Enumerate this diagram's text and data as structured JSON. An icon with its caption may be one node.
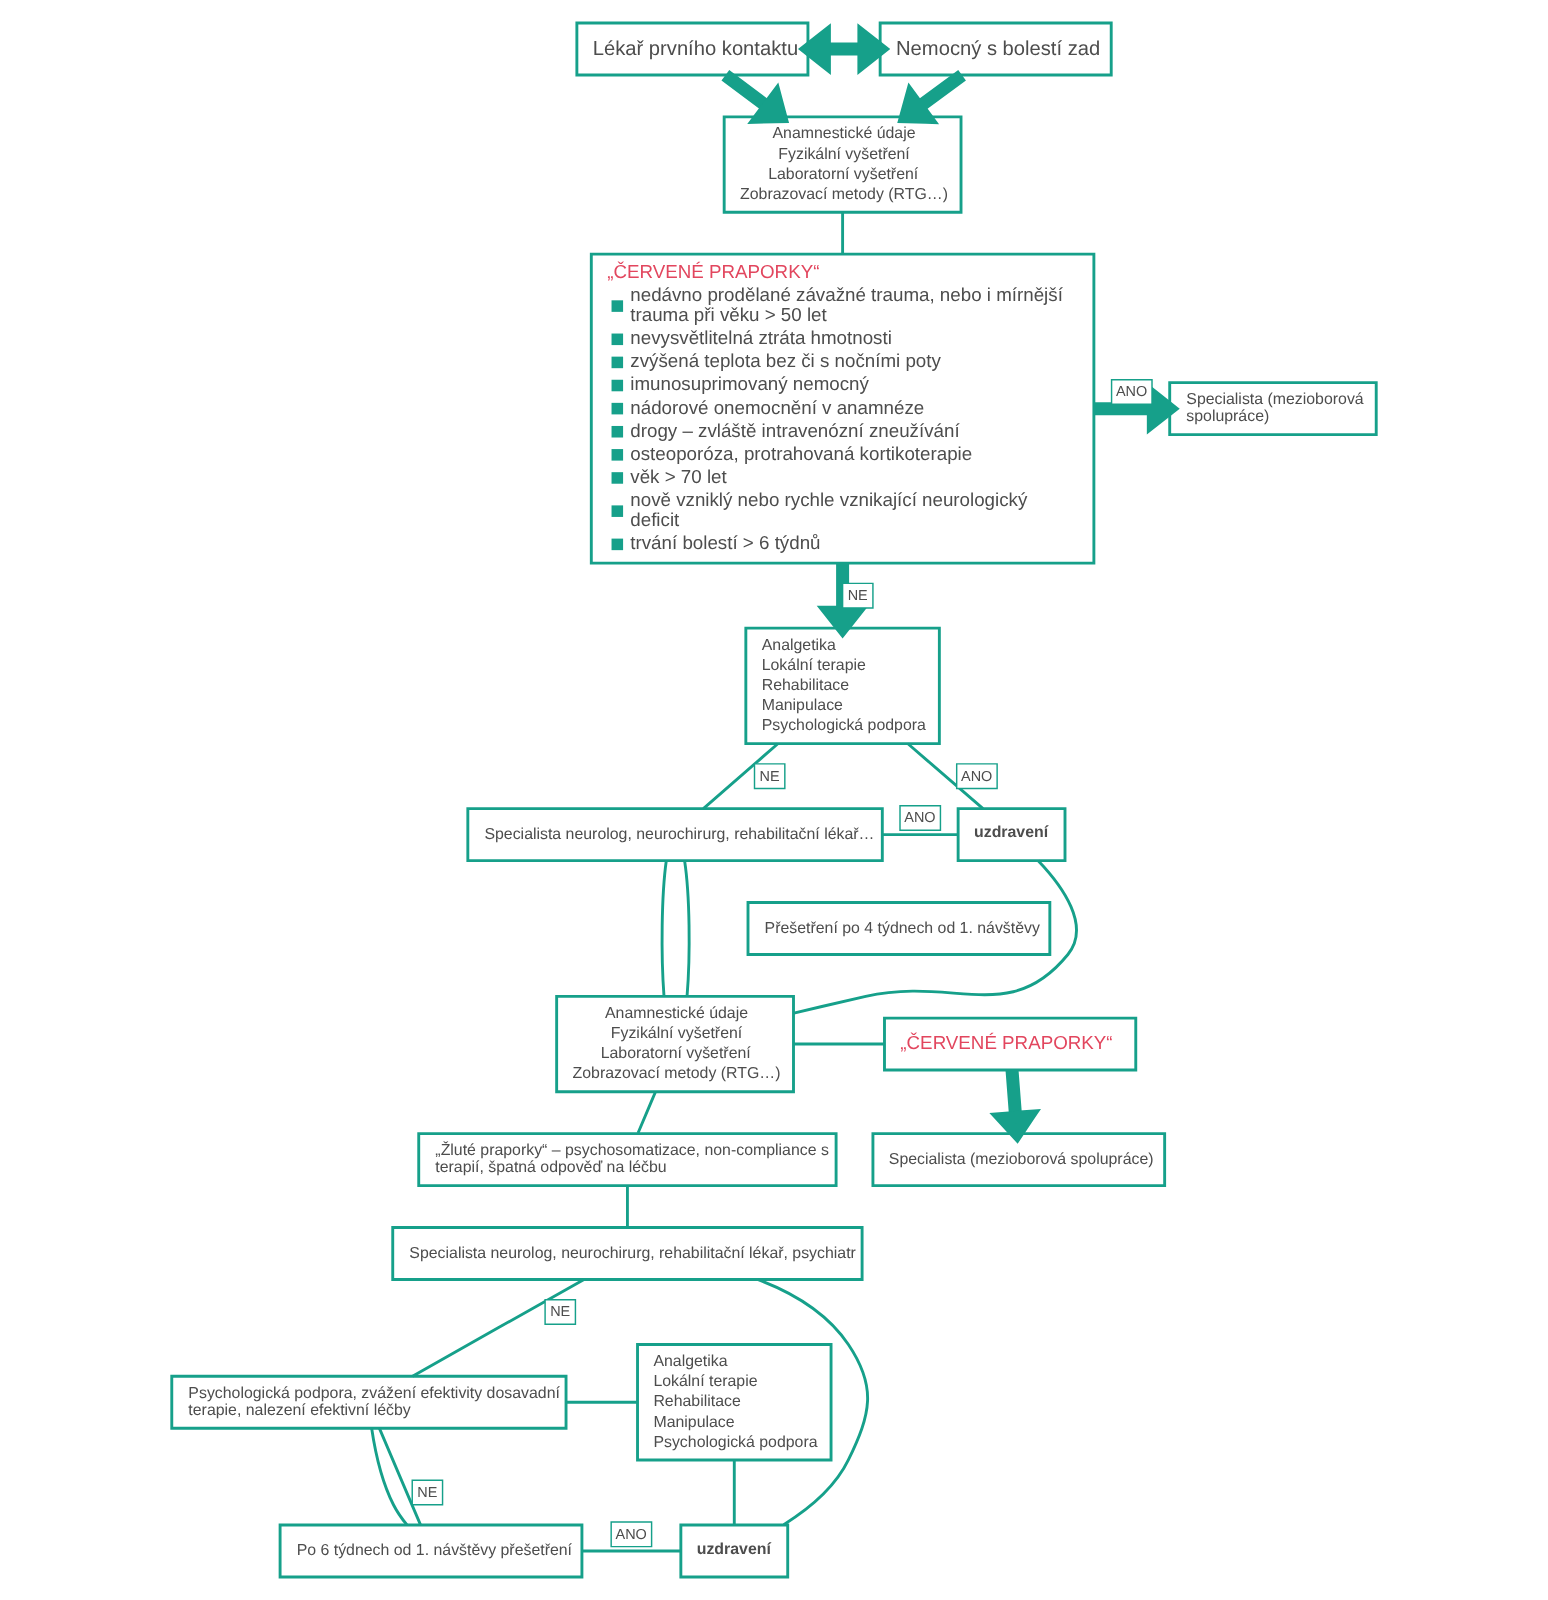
{
  "diagram": {
    "nodes": [
      {
        "text": [
          "Lékař prvního kontaktu"
        ]
      },
      {
        "text": [
          "Nemocný s bolestí zad"
        ]
      },
      {
        "text": [
          "Anamnestické údaje",
          "Fyzikální vyšetření",
          "Laboratorní vyšetření",
          "Zobrazovací metody (RTG…)"
        ]
      },
      {
        "text": [
          "„ČERVENÉ PRAPORKY“",
          "nedávno prodělané závažné trauma, nebo i mírnější trauma při věku > 50 let",
          "nevysvětlitelná ztráta hmotnosti",
          "zvýšená teplota bez či s nočními poty",
          "imunosuprimovaný nemocný",
          "nádorové onemocnění v anamnéze",
          "drogy – zvláště intravenózní zneužívání",
          "osteoporóza, protrahovaná kortikoterapie",
          "věk > 70 let",
          "nově vzniklý nebo rychle vznikající neurologický deficit",
          "trvání bolestí > 6 týdnů"
        ]
      },
      {
        "text": [
          "Specialista (mezioborová spolupráce)"
        ]
      },
      {
        "text": [
          "Analgetika",
          "Lokální terapie",
          "Rehabilitace",
          "Manipulace",
          "Psychologická podpora"
        ]
      },
      {
        "text": [
          "Specialista neurolog, neurochirurg, rehabilitační lékař…"
        ]
      },
      {
        "text": [
          "uzdravení"
        ]
      },
      {
        "text": [
          "Přešetření po 4 týdnech od 1. návštěvy"
        ]
      },
      {
        "text": [
          "Anamnestické údaje",
          "Fyzikální vyšetření",
          "Laboratorní vyšetření",
          "Zobrazovací metody (RTG…)"
        ]
      },
      {
        "text": [
          "„ČERVENÉ PRAPORKY“"
        ]
      },
      {
        "text": [
          "Specialista (mezioborová spolupráce)"
        ]
      },
      {
        "text": [
          "„Žluté praporky“ – psychosomatizace, non-compliance s terapií, špatná odpověď na léčbu"
        ]
      },
      {
        "text": [
          "Specialista neurolog, neurochirurg, rehabilitační lékař, psychiatr"
        ]
      },
      {
        "text": [
          "Analgetika",
          "Lokální terapie",
          "Rehabilitace",
          "Manipulace",
          "Psychologická podpora"
        ]
      },
      {
        "text": [
          "Psychologická podpora, zvážení efektivity dosavadní terapie, nalezení efektivní léčby"
        ]
      },
      {
        "text": [
          "Po 6 týdnech od 1. návštěvy přešetření"
        ]
      },
      {
        "text": [
          "uzdravení"
        ]
      }
    ],
    "edges": [
      {
        "from": 0,
        "to": 1,
        "arrow": "both",
        "style": "thick"
      },
      {
        "from": 0,
        "to": 2,
        "arrow": "to",
        "style": "thick"
      },
      {
        "from": 1,
        "to": 2,
        "arrow": "to",
        "style": "thick"
      },
      {
        "from": 2,
        "to": 3,
        "arrow": "none"
      },
      {
        "from": 3,
        "to": 4,
        "arrow": "to",
        "style": "thick",
        "label": "ANO"
      },
      {
        "from": 3,
        "to": 5,
        "arrow": "to",
        "style": "thick",
        "label": "NE"
      },
      {
        "from": 5,
        "to": 6,
        "arrow": "none",
        "label": "NE"
      },
      {
        "from": 5,
        "to": 7,
        "arrow": "none",
        "label": "ANO"
      },
      {
        "from": 6,
        "to": 7,
        "arrow": "none",
        "label": "ANO"
      },
      {
        "from": 6,
        "to": 9,
        "arrow": "none"
      },
      {
        "from": 6,
        "to": 9,
        "arrow": "none"
      },
      {
        "from": 9,
        "to": 7,
        "arrow": "none"
      },
      {
        "from": 9,
        "to": 10,
        "arrow": "none"
      },
      {
        "from": 10,
        "to": 11,
        "arrow": "to",
        "style": "thick"
      },
      {
        "from": 9,
        "to": 12,
        "arrow": "none"
      },
      {
        "from": 12,
        "to": 13,
        "arrow": "none"
      },
      {
        "from": 13,
        "to": 15,
        "arrow": "none",
        "label": "NE"
      },
      {
        "from": 13,
        "to": 17,
        "arrow": "none"
      },
      {
        "from": 15,
        "to": 14,
        "arrow": "none"
      },
      {
        "from": 14,
        "to": 17,
        "arrow": "none"
      },
      {
        "from": 15,
        "to": 16,
        "arrow": "none"
      },
      {
        "from": 15,
        "to": 16,
        "arrow": "none",
        "label": "NE"
      },
      {
        "from": 16,
        "to": 17,
        "arrow": "none",
        "label": "ANO"
      }
    ]
  }
}
